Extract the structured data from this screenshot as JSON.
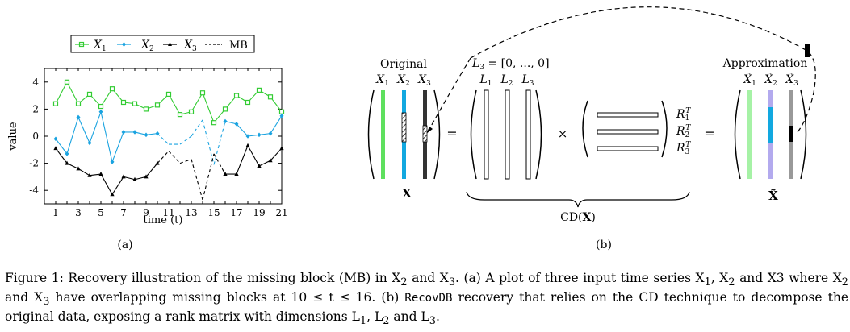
{
  "figure": {
    "label": "Figure 1:",
    "subfig_a_label": "(a)",
    "subfig_b_label": "(b)"
  },
  "chart_data": {
    "type": "line",
    "xlabel": "time (t)",
    "ylabel": "value",
    "x": [
      1,
      2,
      3,
      4,
      5,
      6,
      7,
      8,
      9,
      10,
      11,
      12,
      13,
      14,
      15,
      16,
      17,
      18,
      19,
      20,
      21
    ],
    "xticks": [
      "1",
      "3",
      "5",
      "7",
      "9",
      "11",
      "13",
      "15",
      "17",
      "19",
      "21"
    ],
    "yticks": [
      "-4",
      "-2",
      "0",
      "2",
      "4"
    ],
    "xlim": [
      0,
      21
    ],
    "ylim": [
      -5,
      5
    ],
    "legend_position": "top",
    "missing_block": [
      10,
      16
    ],
    "series": [
      {
        "name": "X1",
        "color": "#33cc33",
        "marker": "square",
        "values": [
          2.4,
          4.0,
          2.4,
          3.1,
          2.2,
          3.5,
          2.5,
          2.4,
          2.0,
          2.3,
          3.1,
          1.6,
          1.8,
          3.2,
          1.0,
          2.0,
          3.0,
          2.5,
          3.4,
          2.9,
          1.8
        ]
      },
      {
        "name": "X2",
        "color": "#1aa3e0",
        "marker": "diamond",
        "values": [
          -0.2,
          -1.3,
          1.4,
          -0.5,
          1.8,
          -1.9,
          0.3,
          0.3,
          0.1,
          0.2,
          -0.6,
          -0.6,
          0.0,
          1.2,
          -2.1,
          1.1,
          0.9,
          0.0,
          0.1,
          0.2,
          1.5
        ]
      },
      {
        "name": "X3",
        "color": "#000000",
        "marker": "triangle",
        "values": [
          -0.9,
          -2.0,
          -2.4,
          -2.9,
          -2.8,
          -4.3,
          -3.0,
          -3.2,
          -3.0,
          -2.0,
          -1.1,
          -2.0,
          -1.7,
          -4.7,
          -1.3,
          -2.8,
          -2.8,
          -0.7,
          -2.2,
          -1.8,
          -0.9
        ]
      }
    ],
    "legend": [
      "X1",
      "X2",
      "X3",
      "MB"
    ]
  },
  "diagram": {
    "original_label": "Original",
    "original_cols": [
      "X1",
      "X2",
      "X3"
    ],
    "matrix_X": "X",
    "l3_eq": "L3 = [0, ..., 0]",
    "l_labels": [
      "L1",
      "L2",
      "L3"
    ],
    "r_labels": [
      "R1T",
      "R2T",
      "R3T"
    ],
    "approx_label": "Approximation",
    "approx_cols": [
      "X̃1",
      "X̃2",
      "X̃3"
    ],
    "matrix_Xtilde": "X̃",
    "cd_label": "CD(X)",
    "colors": {
      "x1": "#5ee05e",
      "x2": "#12a8e0",
      "x3": "#333333",
      "approx_x1": "#a6f2a6",
      "approx_x2": "#b3aaee",
      "approx_x3": "#999999"
    }
  },
  "caption": {
    "part1": "Recovery illustration of the missing block (MB) in X",
    "sub2a": "2",
    "part2": " and X",
    "sub3a": "3",
    "part3": ". (a) A plot of three input time series X",
    "sub1b": "1",
    "part4": ", X",
    "sub2b": "2",
    "part5": " and X3 where X",
    "sub2c": "2",
    "part6": " and X",
    "sub3c": "3",
    "part7": " have overlapping missing blocks at 10 ≤ t ≤ 16. (b) ",
    "mono": "RecovDB",
    "part8": " recovery that relies on the CD technique to decompose the original data, exposing a rank matrix with dimensions L",
    "sub1d": "1",
    "part9": ", L",
    "sub2d": "2",
    "part10": " and L",
    "sub3d": "3",
    "part11": "."
  }
}
